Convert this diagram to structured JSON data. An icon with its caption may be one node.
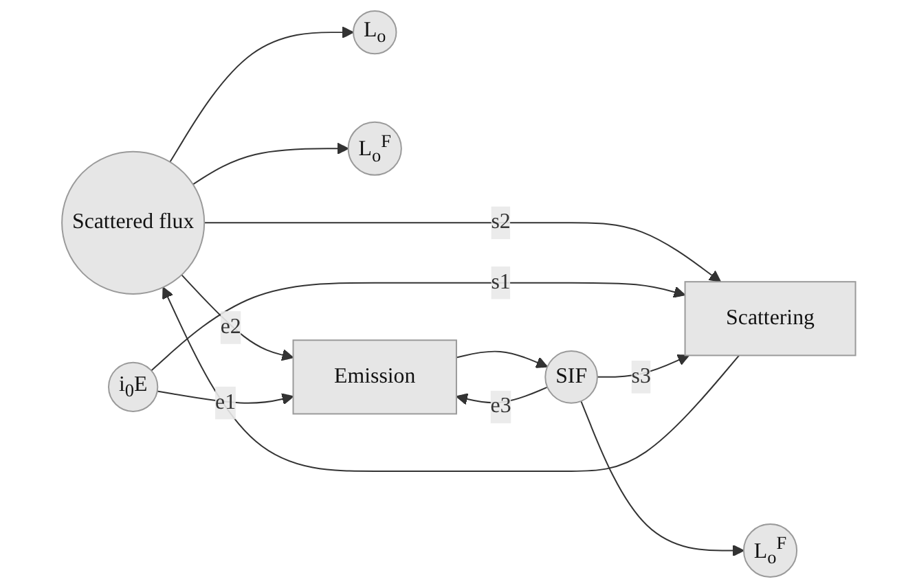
{
  "diagram": {
    "nodes": [
      {
        "text": [
          "L$_{o}$"
        ]
      },
      {
        "text": [
          "L$_{o}$$^{F}$"
        ]
      },
      {
        "text": [
          "Scattered flux"
        ]
      },
      {
        "text": [
          "Emission"
        ]
      },
      {
        "text": [
          "i$_{0}$E"
        ]
      },
      {
        "text": [
          "Scattering"
        ]
      },
      {
        "text": [
          "SIF"
        ]
      },
      {
        "text": [
          "L$_{o}$$^{F}$"
        ]
      }
    ],
    "edges": [
      {
        "from": 2,
        "to": 0,
        "arrow": "to"
      },
      {
        "from": 2,
        "to": 1,
        "arrow": "to"
      },
      {
        "from": 2,
        "to": 3,
        "arrow": "to",
        "label": "e2"
      },
      {
        "from": 4,
        "to": 3,
        "arrow": "to",
        "label": "e1"
      },
      {
        "from": 6,
        "to": 3,
        "arrow": "to",
        "label": "e3"
      },
      {
        "from": 3,
        "to": 6,
        "arrow": "to"
      },
      {
        "from": 2,
        "to": 5,
        "arrow": "to",
        "label": "s2"
      },
      {
        "from": 5,
        "to": 2,
        "arrow": "to"
      },
      {
        "from": 4,
        "to": 5,
        "arrow": "to",
        "label": "s1"
      },
      {
        "from": 6,
        "to": 5,
        "arrow": "to",
        "label": "s3"
      },
      {
        "from": 6,
        "to": 7,
        "arrow": "to"
      }
    ]
  }
}
